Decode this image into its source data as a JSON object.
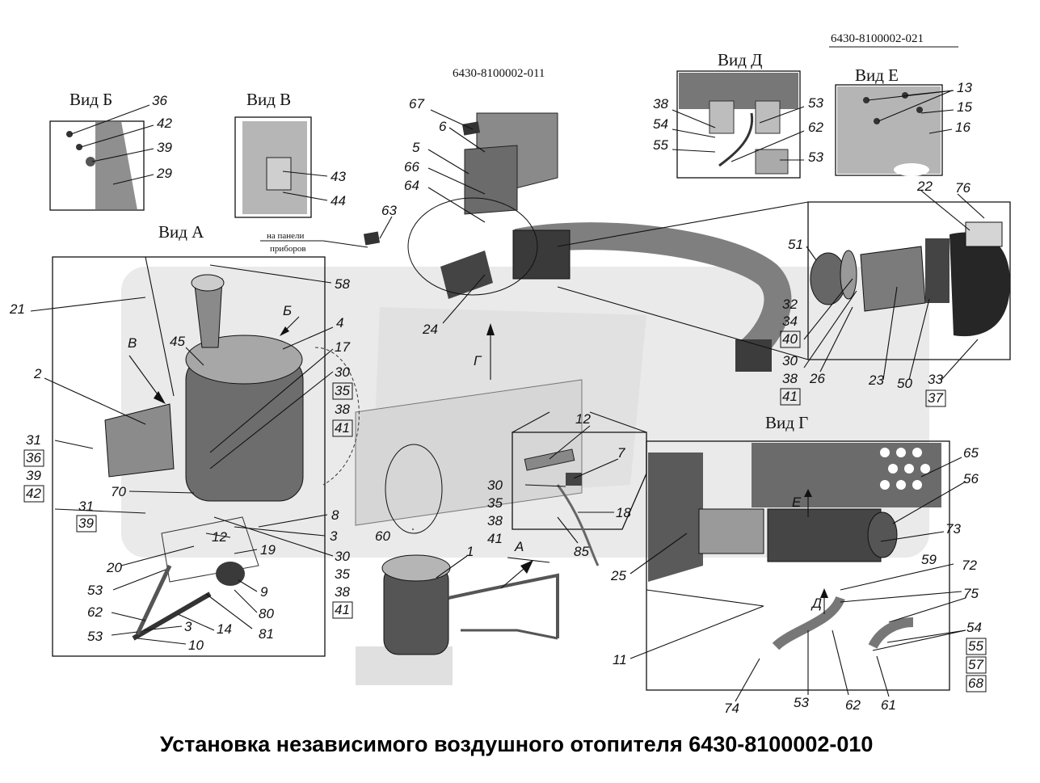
{
  "header": {
    "doc_code_top": "6430-8100002-021",
    "doc_code_mid": "6430-8100002-011"
  },
  "title": "Установка независимого воздушного отопителя 6430-8100002-010",
  "views": {
    "b": "Вид Б",
    "v": "Вид В",
    "a": "Вид А",
    "d": "Вид Д",
    "e": "Вид Е",
    "g": "Вид Г"
  },
  "arrows": {
    "b": "Б",
    "v": "В",
    "a": "А",
    "g": "Г",
    "d": "Д",
    "e": "Е"
  },
  "note": {
    "line1": "на панели",
    "line2": "приборов"
  },
  "callouts": {
    "c36": "36",
    "c42": "42",
    "c39": "39",
    "c29": "29",
    "c43": "43",
    "c44": "44",
    "c67": "67",
    "c6": "6",
    "c5": "5",
    "c66": "66",
    "c64": "64",
    "c63": "63",
    "c24": "24",
    "c38d": "38",
    "c54d": "54",
    "c55d": "55",
    "c53d1": "53",
    "c62d": "62",
    "c53d2": "53",
    "c13": "13",
    "c15": "15",
    "c16": "16",
    "c22": "22",
    "c76": "76",
    "c51": "51",
    "g32": [
      "32",
      "34",
      "40"
    ],
    "g30r": [
      "30",
      "38",
      "41"
    ],
    "c26": "26",
    "c23": "23",
    "c50": "50",
    "g33": [
      "33",
      "37"
    ],
    "c58": "58",
    "c21": "21",
    "c4": "4",
    "c45": "45",
    "c17": "17",
    "g30a": [
      "30",
      "35",
      "38",
      "41"
    ],
    "c2": "2",
    "g31": [
      "31",
      "36",
      "39",
      "42"
    ],
    "g31b": [
      "31",
      "39"
    ],
    "c70": "70",
    "c8": "8",
    "c3a": "3",
    "c12a": "12",
    "c19": "19",
    "g30b": [
      "30",
      "35",
      "38",
      "41"
    ],
    "c20": "20",
    "c53a": "53",
    "c9": "9",
    "c80": "80",
    "c62a": "62",
    "c14": "14",
    "c81": "81",
    "c53b": "53",
    "c3b": "3",
    "c10": "10",
    "c60": "60",
    "c1": "1",
    "c12b": "12",
    "c7": "7",
    "g30c": [
      "30",
      "35",
      "38",
      "41"
    ],
    "c18": "18",
    "c85": "85",
    "c65": "65",
    "c56": "56",
    "c73": "73",
    "c25": "25",
    "c59": "59",
    "c72": "72",
    "c75": "75",
    "g54": [
      "54",
      "55",
      "57",
      "68"
    ],
    "c11": "11",
    "c74": "74",
    "c53g": "53",
    "c62g": "62",
    "c61": "61"
  }
}
